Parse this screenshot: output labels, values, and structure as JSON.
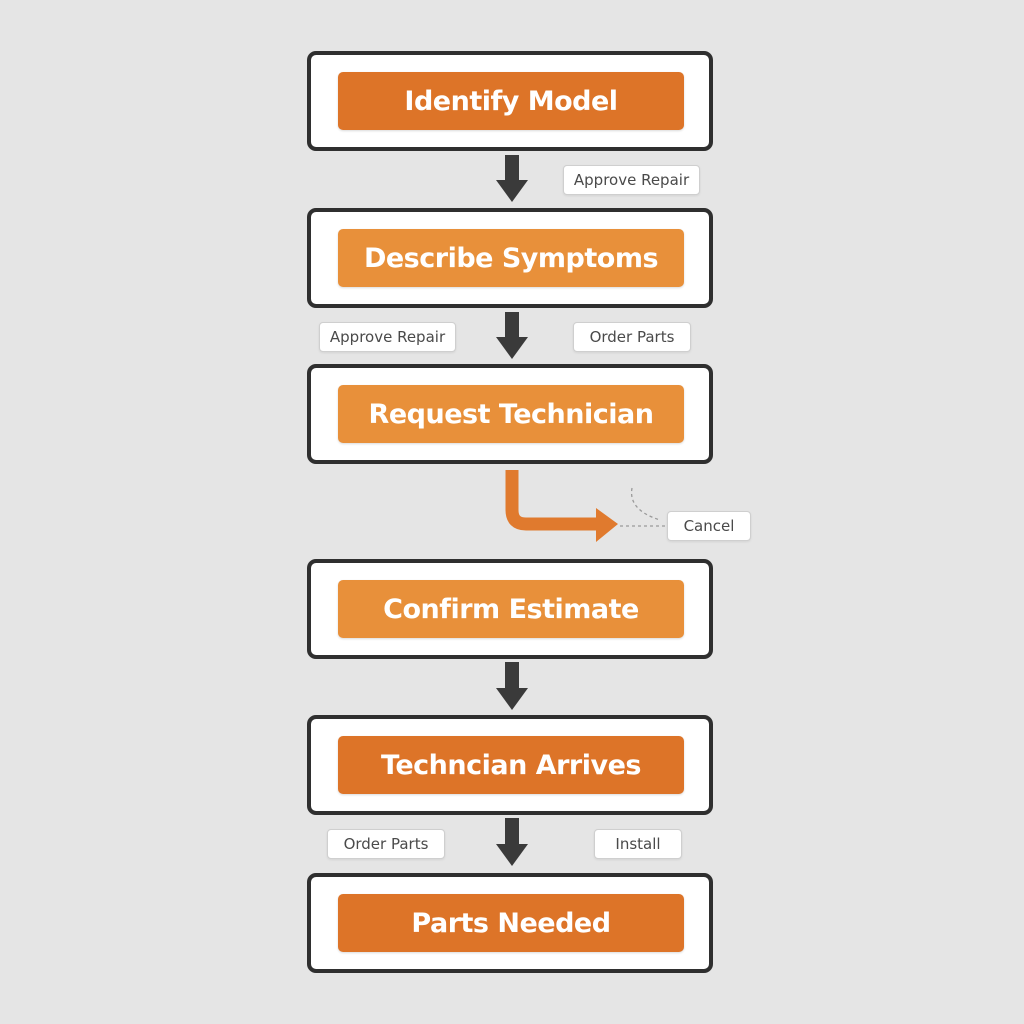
{
  "steps": [
    {
      "label": "Identify Model"
    },
    {
      "label": "Describe Symptoms"
    },
    {
      "label": "Request Technician"
    },
    {
      "label": "Confirm Estimate"
    },
    {
      "label": "Techncian Arrives"
    },
    {
      "label": "Parts Needed"
    }
  ],
  "tags": {
    "approve_repair_1": "Approve Repair",
    "approve_repair_2": "Approve Repair",
    "order_parts_1": "Order Parts",
    "cancel": "Cancel",
    "order_parts_2": "Order Parts",
    "install": "Install"
  },
  "colors": {
    "background": "#e5e5e5",
    "step_fill_dark": "#dd7428",
    "step_fill_light": "#e8903a",
    "border": "#2f2f2f",
    "arrow": "#3a3a3a",
    "branch_arrow": "#e07a2e"
  }
}
